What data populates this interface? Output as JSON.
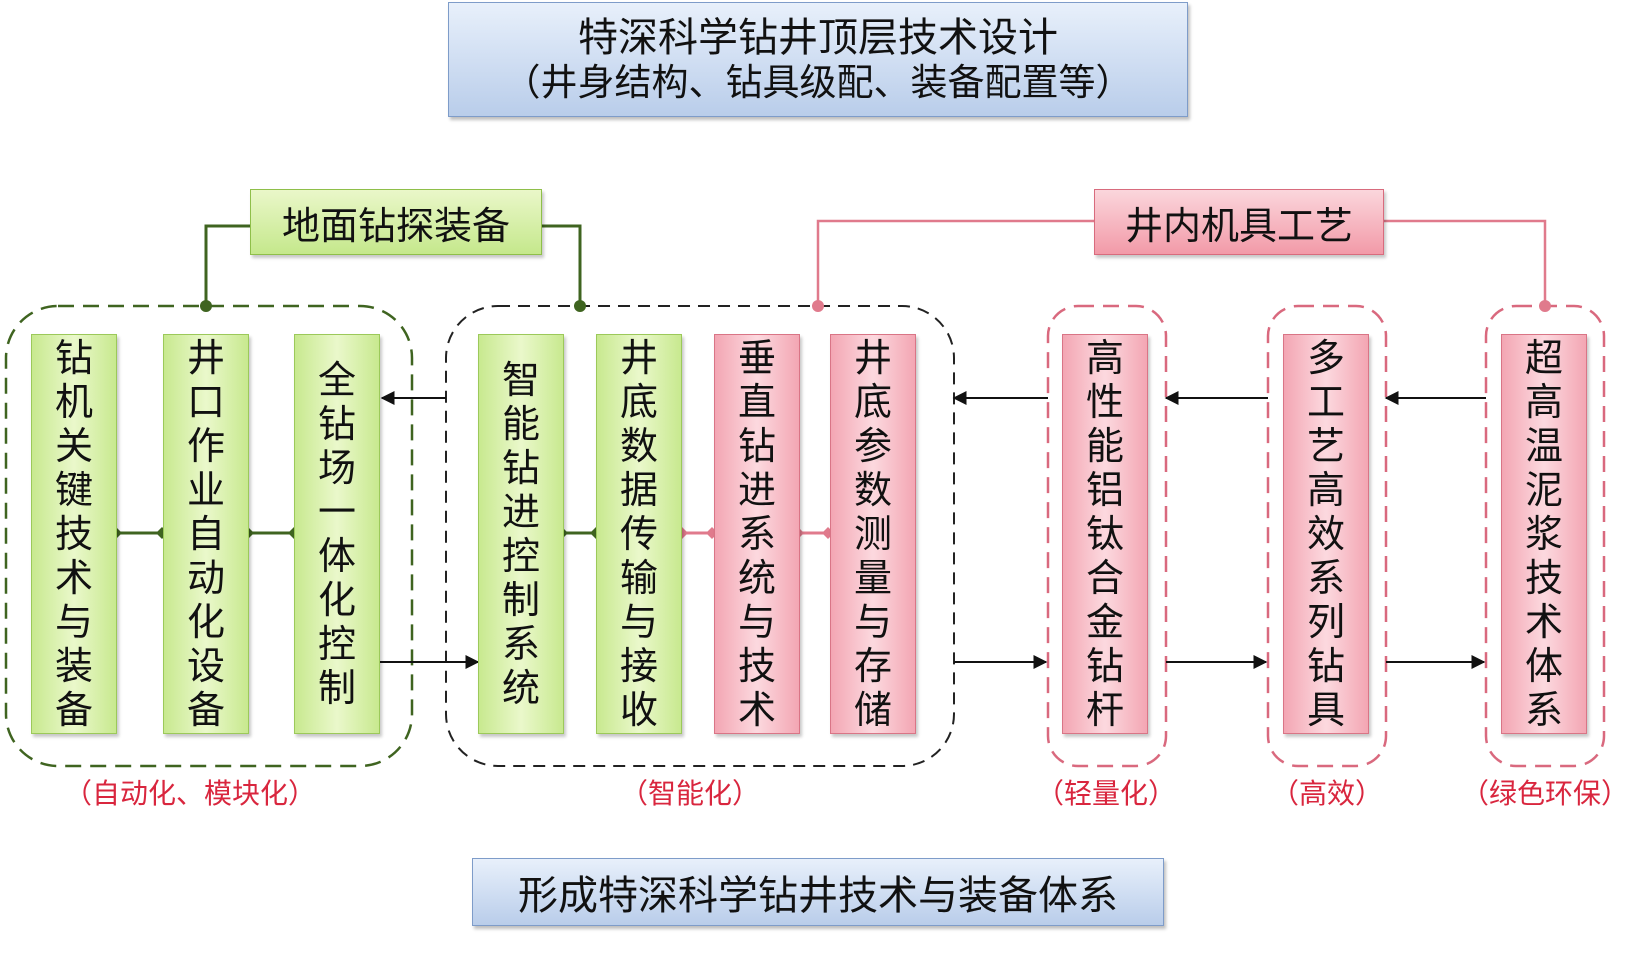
{
  "top_box": {
    "line1": "特深科学钻井顶层技术设计",
    "line2": "（井身结构、钻具级配、装备配置等）"
  },
  "group_surface": {
    "label": "地面钻探装备"
  },
  "group_downhole": {
    "label": "井内机具工艺"
  },
  "columns": [
    {
      "text": "钻机关键技术与装备",
      "color": "green"
    },
    {
      "text": "井口作业自动化设备",
      "color": "green"
    },
    {
      "text": "全钻场一体化控制",
      "color": "green"
    },
    {
      "text": "智能钻进控制系统",
      "color": "green"
    },
    {
      "text": "井底数据传输与接收",
      "color": "green"
    },
    {
      "text": "垂直钻进系统与技术",
      "color": "red"
    },
    {
      "text": "井底参数测量与存储",
      "color": "red"
    },
    {
      "text": "高性能铝钛合金钻杆",
      "color": "red"
    },
    {
      "text": "多工艺高效系列钻具",
      "color": "red"
    },
    {
      "text": "超高温泥浆技术体系",
      "color": "red"
    }
  ],
  "captions": {
    "automation": "（自动化、模块化）",
    "intelligent": "（智能化）",
    "lightweight": "（轻量化）",
    "efficient": "（高效）",
    "green": "（绿色环保）"
  },
  "bottom_box": {
    "label": "形成特深科学钻井技术与装备体系"
  },
  "colors": {
    "green_line": "#3f6420",
    "red_line": "#e07a8c",
    "caption": "#d9263e"
  }
}
